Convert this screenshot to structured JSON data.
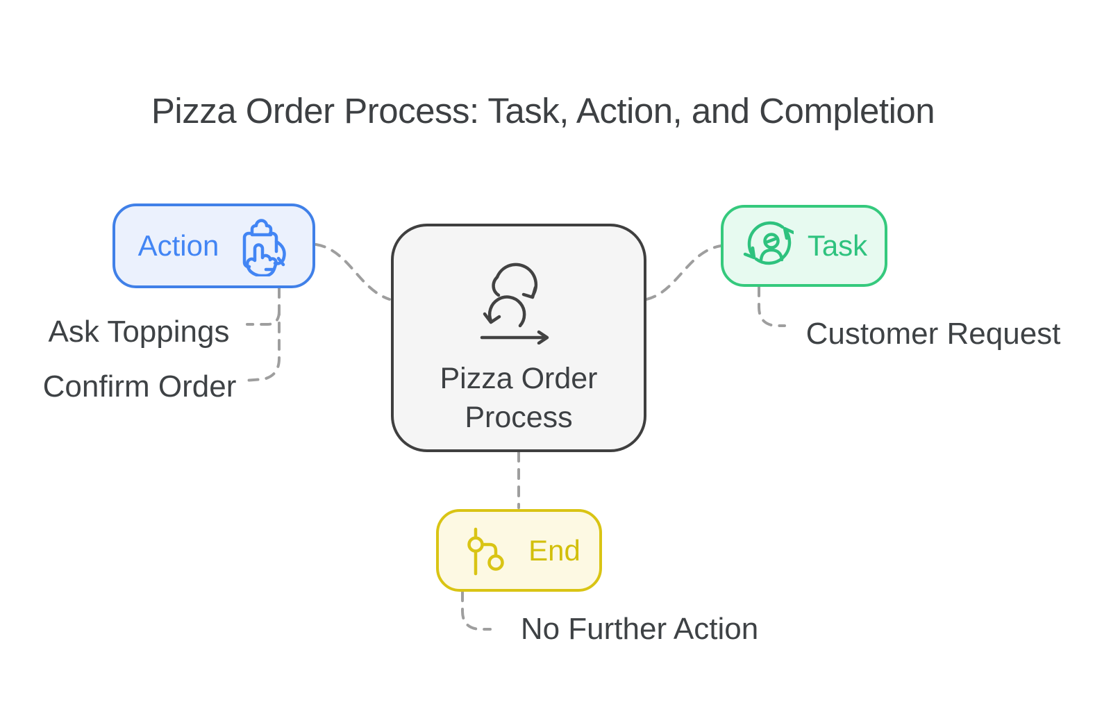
{
  "title": "Pizza Order Process: Task, Action, and Completion",
  "diagram_type": "mind-map / process diagram",
  "nodes": {
    "center": {
      "label_line1": "Pizza Order",
      "label_line2": "Process",
      "icon": "iteration-loop-icon",
      "border_color": "#3f3f3f",
      "fill_color": "#f5f5f5",
      "text_color": "#3d4043"
    },
    "action": {
      "label": "Action",
      "icon": "clipboard-hand-icon",
      "border_color": "#4080e8",
      "fill_color": "#ebf1fd",
      "text_color": "#4285f4"
    },
    "task": {
      "label": "Task",
      "icon": "user-sync-icon",
      "border_color": "#35c97d",
      "fill_color": "#e7faf0",
      "text_color": "#2ec27e"
    },
    "end": {
      "label": "End",
      "icon": "git-branch-icon",
      "border_color": "#d9c414",
      "fill_color": "#fdf9e3",
      "text_color": "#d2bf0a"
    }
  },
  "annotations": {
    "ask_toppings": "Ask Toppings",
    "confirm_order": "Confirm Order",
    "customer_request": "Customer Request",
    "no_further_action": "No Further Action"
  },
  "connectors": {
    "style": "dashed",
    "color": "#9e9e9e",
    "links": [
      "action — center",
      "center — task",
      "center — end",
      "action — ask_toppings",
      "action — confirm_order",
      "task — customer_request",
      "end — no_further_action"
    ]
  },
  "colors": {
    "background": "#ffffff",
    "title_text": "#3d4043",
    "annotation_text": "#3e4245",
    "connector_gray": "#9e9e9e"
  }
}
